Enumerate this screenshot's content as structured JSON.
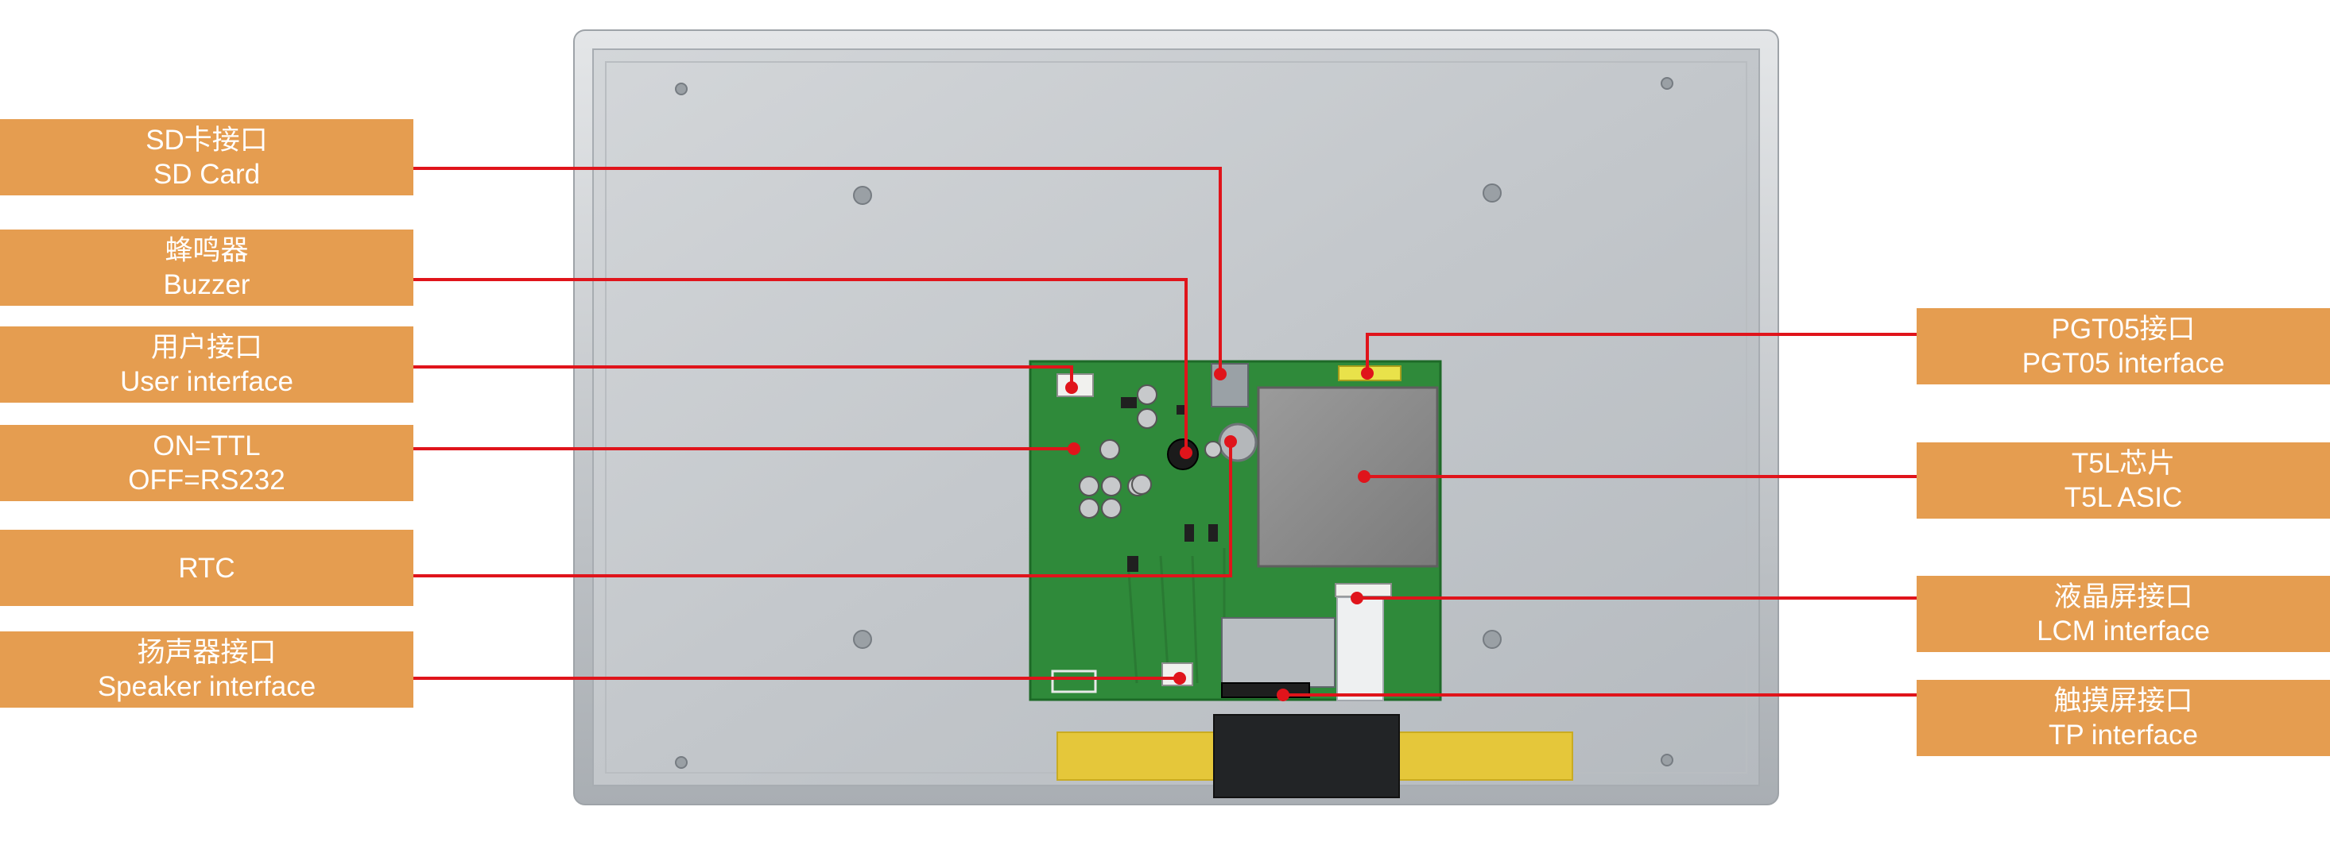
{
  "callouts": {
    "sd_card": {
      "cn": "SD卡接口",
      "en": "SD Card"
    },
    "buzzer": {
      "cn": "蜂鸣器",
      "en": "Buzzer"
    },
    "user_if": {
      "cn": "用户接口",
      "en": "User interface"
    },
    "ttl": {
      "cn": "ON=TTL",
      "en": "OFF=RS232"
    },
    "rtc": {
      "cn": "",
      "en": "RTC"
    },
    "speaker": {
      "cn": "扬声器接口",
      "en": "Speaker interface"
    },
    "pgt05": {
      "cn": "PGT05接口",
      "en": "PGT05 interface"
    },
    "t5l": {
      "cn": "T5L芯片",
      "en": "T5L ASIC"
    },
    "lcm": {
      "cn": "液晶屏接口",
      "en": "LCM interface"
    },
    "tp": {
      "cn": "触摸屏接口",
      "en": "TP interface"
    }
  },
  "colors": {
    "label_bg": "#e59d50",
    "label_text": "#ffffff",
    "leader_line": "#e0141b",
    "pcb": "#2f8a3a",
    "panel": "#c9cdd1",
    "tape": "#e5c73a"
  }
}
